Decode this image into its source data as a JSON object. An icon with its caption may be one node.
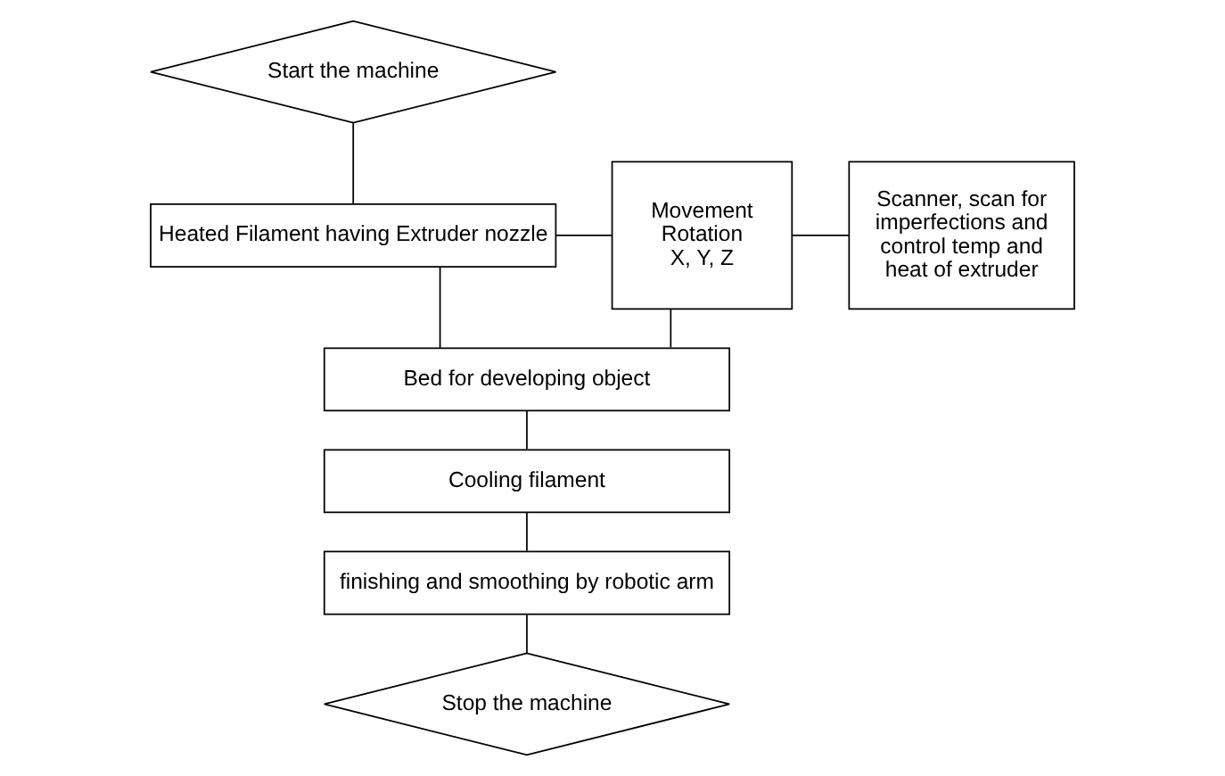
{
  "diagram": {
    "nodes": [
      {
        "text": [
          "Start the machine"
        ]
      },
      {
        "text": [
          "Heated Filament having Extruder nozzle"
        ]
      },
      {
        "text": [
          "Bed for developing object"
        ]
      },
      {
        "text": [
          "Cooling filament"
        ]
      },
      {
        "text": [
          "finishing and smoothing by robotic arm"
        ]
      },
      {
        "text": [
          "Stop the machine"
        ]
      },
      {
        "text": [
          "Movement Rotation X, Y, Z"
        ]
      },
      {
        "text": [
          "Scanner, scan for imperfections and control temp and heat of extruder"
        ]
      }
    ],
    "edges": [
      {
        "from": 0,
        "to": 1,
        "arrow": "none"
      },
      {
        "from": 1,
        "to": 2,
        "arrow": "none"
      },
      {
        "from": 2,
        "to": 3,
        "arrow": "none"
      },
      {
        "from": 3,
        "to": 4,
        "arrow": "none"
      },
      {
        "from": 4,
        "to": 5,
        "arrow": "none"
      },
      {
        "from": 1,
        "to": 6,
        "arrow": "none"
      },
      {
        "from": 2,
        "to": 6,
        "arrow": "none"
      },
      {
        "from": 6,
        "to": 7,
        "arrow": "none"
      }
    ]
  }
}
